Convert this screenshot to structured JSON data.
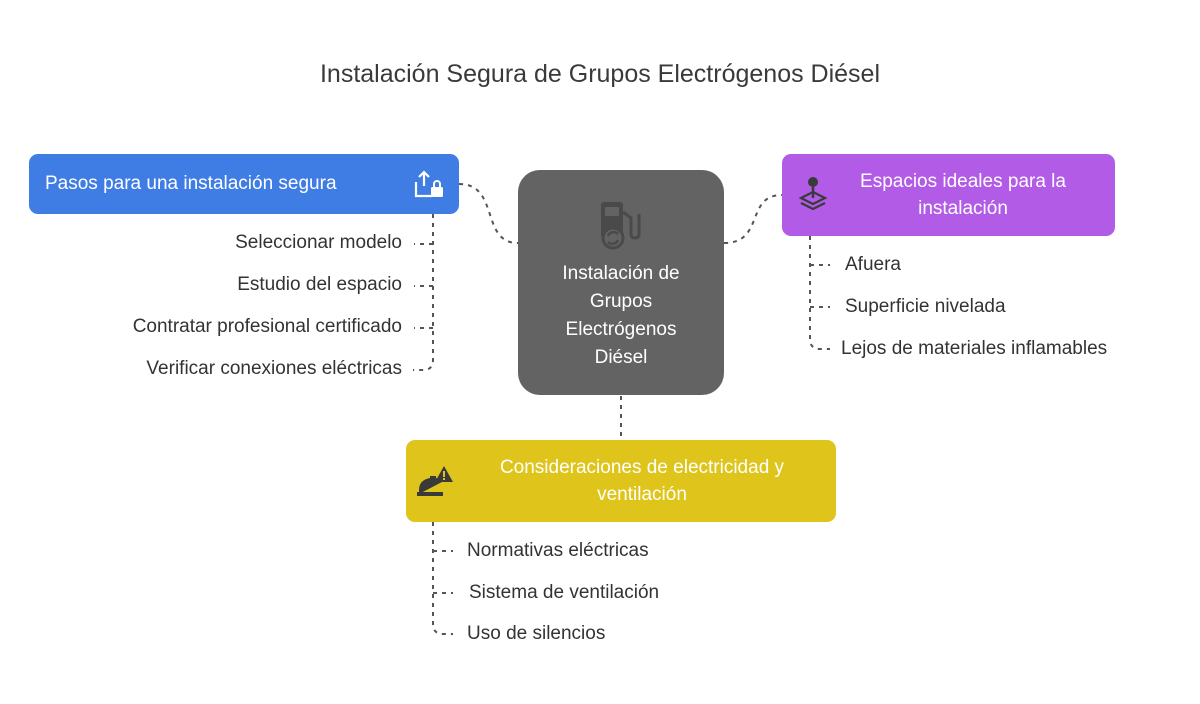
{
  "title": "Instalación Segura de Grupos Electrógenos Diésel",
  "center": {
    "label": "Instalación de Grupos Electrógenos Diésel",
    "icon": "fuel-pump-recycle-icon"
  },
  "topics": {
    "pasos": {
      "label": "Pasos para una instalación segura",
      "icon": "share-lock-icon",
      "color": "#3f7de5",
      "items": [
        "Seleccionar modelo",
        "Estudio del espacio",
        "Contratar profesional certificado",
        "Verificar conexiones eléctricas"
      ]
    },
    "espacios": {
      "label": "Espacios ideales para la instalación",
      "icon": "location-pin-layers-icon",
      "color": "#b25be6",
      "items": [
        "Afuera",
        "Superficie nivelada",
        "Lejos de materiales inflamables"
      ]
    },
    "consideraciones": {
      "label": "Consideraciones de electricidad y ventilación",
      "icon": "hardhat-warning-icon",
      "color": "#dfc51b",
      "items": [
        "Normativas eléctricas",
        "Sistema de ventilación",
        "Uso de silencios"
      ]
    }
  }
}
